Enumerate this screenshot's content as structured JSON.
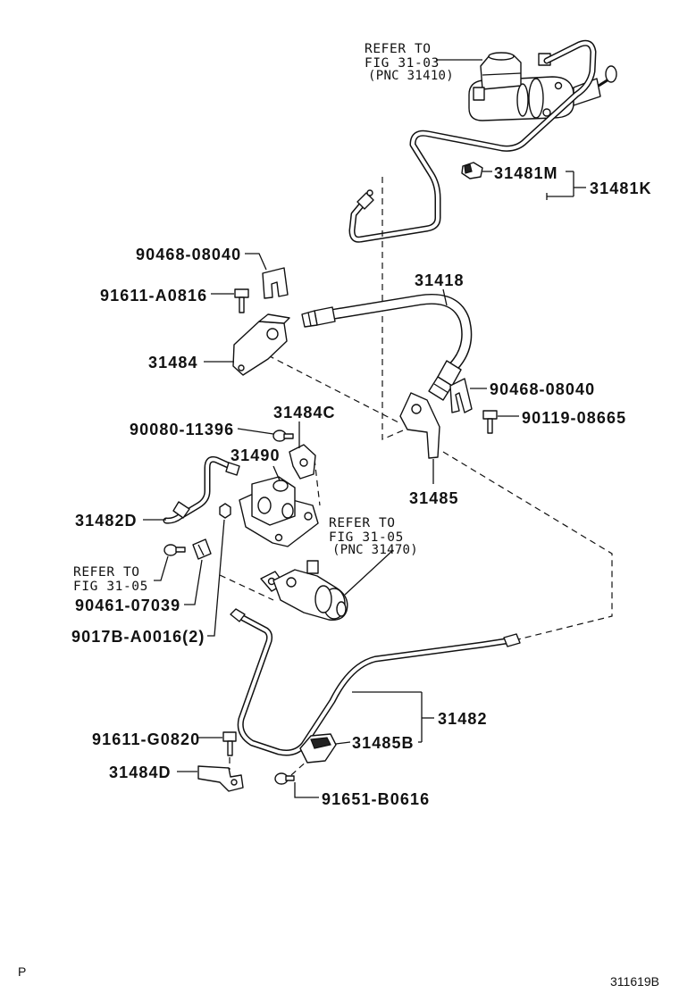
{
  "references": {
    "master_cylinder": {
      "line1": "REFER TO",
      "line2": "FIG 31-03",
      "line3": "(PNC 31410)"
    },
    "slave_cylinder": {
      "line1": "REFER TO",
      "line2": "FIG 31-05",
      "line3": "(PNC 31470)"
    },
    "bolt": {
      "line1": "REFER TO",
      "line2": "FIG 31-05"
    }
  },
  "callouts": {
    "p31481M": "31481M",
    "p31481K": "31481K",
    "p90468_08040_upper": "90468-08040",
    "p91611_A0816": "91611-A0816",
    "p31418": "31418",
    "p31484": "31484",
    "p90468_08040_lower": "90468-08040",
    "p31484C": "31484C",
    "p90080_11396": "90080-11396",
    "p90119_08665": "90119-08665",
    "p31490": "31490",
    "p31485": "31485",
    "p31482D": "31482D",
    "p90461_07039": "90461-07039",
    "p9017B_A0016": "9017B-A0016(2)",
    "p31482": "31482",
    "p91611_G0820": "91611-G0820",
    "p31485B": "31485B",
    "p31484D": "31484D",
    "p91651_B0616": "91651-B0616"
  },
  "footer": {
    "page_mark": "P",
    "illustration_id": "311619B"
  }
}
